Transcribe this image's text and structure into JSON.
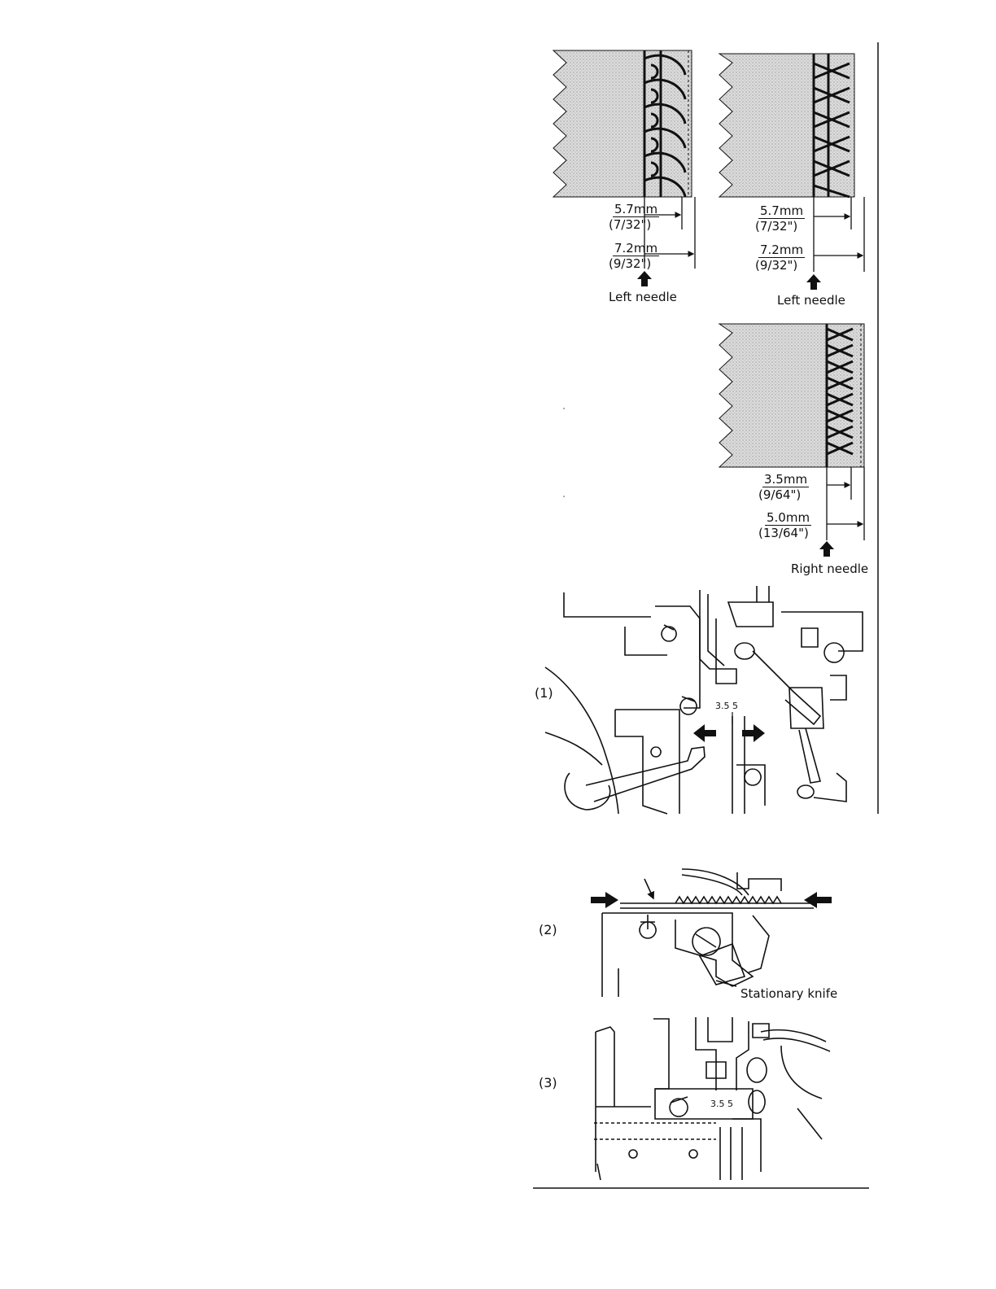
{
  "diagram_a": {
    "dim1_mm": "5.7mm",
    "dim1_in": "(7/32\")",
    "dim2_mm": "7.2mm",
    "dim2_in": "(9/32\")",
    "needle_label": "Left needle"
  },
  "diagram_b": {
    "dim1_mm": "5.7mm",
    "dim1_in": "(7/32\")",
    "dim2_mm": "7.2mm",
    "dim2_in": "(9/32\")",
    "needle_label": "Left needle"
  },
  "diagram_c": {
    "dim1_mm": "3.5mm",
    "dim1_in": "(9/64\")",
    "dim2_mm": "5.0mm",
    "dim2_in": "(13/64\")",
    "needle_label": "Right needle"
  },
  "figures": {
    "fig1_label": "(1)",
    "fig2_label": "(2)",
    "fig3_label": "(3)",
    "gauge_marks": "3.5 5",
    "knife_label": "Stationary knife"
  },
  "colors": {
    "fabric": "#d9d9d9",
    "ink": "#111111"
  }
}
